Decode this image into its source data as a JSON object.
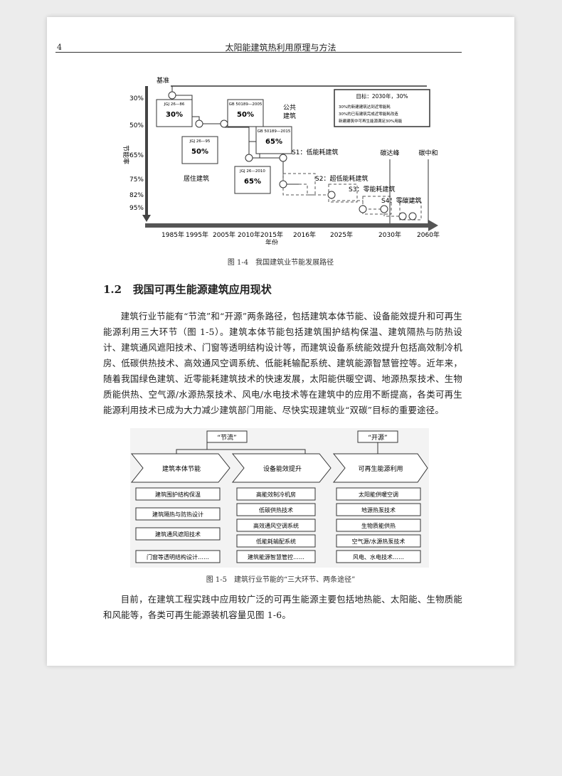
{
  "header": {
    "page_number": "4",
    "book_title": "太阳能建筑热利用原理与方法"
  },
  "figure1": {
    "caption": "图 1-4　我国建筑业节能发展路径",
    "top_label": "基准",
    "y_axis_label": "节能率",
    "x_axis_label": "年份",
    "y_ticks": [
      "30%",
      "50%",
      "65%",
      "75%",
      "82%",
      "95%"
    ],
    "x_ticks": [
      "1985年",
      "1995年",
      "2005年",
      "2010年",
      "2015年",
      "2016年",
      "2025年",
      "2030年",
      "2060年"
    ],
    "standards": [
      {
        "code": "JGJ 26—86",
        "value": "30%"
      },
      {
        "code": "JGJ 26—95",
        "value": "50%"
      },
      {
        "code": "GB 50189—2005",
        "value": "50%"
      },
      {
        "code": "JGJ 26—2010",
        "value": "65%"
      },
      {
        "code": "GB 50189—2015",
        "value": "65%"
      }
    ],
    "labels": {
      "public": "公共\n建筑",
      "residential": "居住建筑",
      "s1": "S1：低能耗建筑",
      "s2": "S2：超低能耗建筑",
      "s3": "S3：零能耗建筑",
      "s4": "S4：零碳建筑",
      "peak": "碳达峰",
      "neutral": "碳中和"
    },
    "goal_box": {
      "title": "目标：2030年，30%",
      "items": [
        "30%的新建建筑达到近零能耗",
        "30%的已有建筑完成近零能耗改造",
        "新建建筑中可再生能源满足30%用能"
      ]
    }
  },
  "section": {
    "number": "1.2",
    "title": "我国可再生能源建筑应用现状"
  },
  "paragraph1": "建筑行业节能有“节流”和“开源”两条路径，包括建筑本体节能、设备能效提升和可再生能源利用三大环节（图 1-5）。建筑本体节能包括建筑围护结构保温、建筑隔热与防热设计、建筑通风遮阳技术、门窗等透明结构设计等，而建筑设备系统能效提升包括高效制冷机房、低碳供热技术、高效通风空调系统、低能耗输配系统、建筑能源智慧管控等。近年来，随着我国绿色建筑、近零能耗建筑技术的快速发展，太阳能供暖空调、地源热泵技术、生物质能供热、空气源/水源热泵技术、风电/水电技术等在建筑中的应用不断提高，各类可再生能源利用技术已成为大力减少建筑部门用能、尽快实现建筑业“双碳”目标的重要途径。",
  "figure2": {
    "caption": "图 1-5　建筑行业节能的“三大环节、两条途径”",
    "path1": "“节流”",
    "path2": "“开源”",
    "columns": [
      {
        "head": "建筑本体节能",
        "items": [
          "建筑围护结构保温",
          "建筑隔热与防热设计",
          "建筑通风遮阳技术",
          "门窗等透明结构设计……"
        ]
      },
      {
        "head": "设备能效提升",
        "items": [
          "高能效制冷机房",
          "低碳供热技术",
          "高效通风空调系统",
          "低能耗输配系统",
          "建筑能源智慧管控……"
        ]
      },
      {
        "head": "可再生能源利用",
        "items": [
          "太阳能供暖空调",
          "地源热泵技术",
          "生物质能供热",
          "空气源/水源热泵技术",
          "风电、水电技术……"
        ]
      }
    ]
  },
  "paragraph2": "目前，在建筑工程实践中应用较广泛的可再生能源主要包括地热能、太阳能、生物质能和风能等，各类可再生能源装机容量见图 1-6。"
}
